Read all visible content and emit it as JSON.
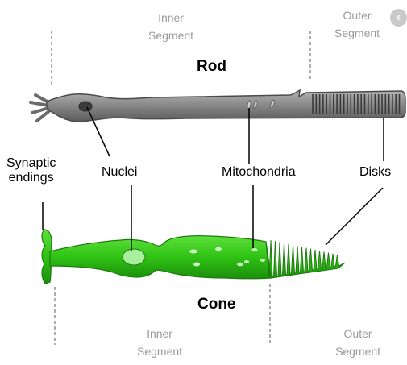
{
  "labels": {
    "rod_title": "Rod",
    "cone_title": "Cone",
    "rod_inner_l1": "Inner",
    "rod_inner_l2": "Segment",
    "rod_outer_l1": "Outer",
    "rod_outer_l2": "Segment",
    "cone_inner_l1": "Inner",
    "cone_inner_l2": "Segment",
    "cone_outer_l1": "Outer",
    "cone_outer_l2": "Segment",
    "synaptic_l1": "Synaptic",
    "synaptic_l2": "endings",
    "nuclei": "Nuclei",
    "mitochondria": "Mitochondria",
    "disks": "Disks"
  },
  "nav": {
    "icon": "chevron-left-icon",
    "glyph": "‹"
  },
  "colors": {
    "rod_fill": "#8a8a8a",
    "rod_stroke": "#4a4a4a",
    "cone_fill": "#33cc1a",
    "cone_stroke": "#1f7a10",
    "segment_text": "#9a9a9a"
  }
}
